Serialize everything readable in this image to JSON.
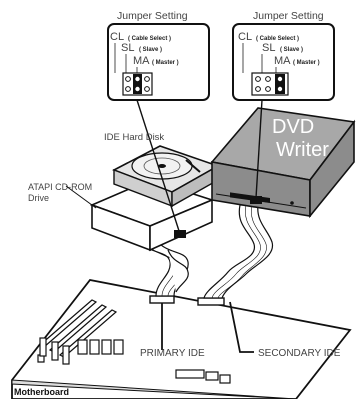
{
  "jumpers": [
    {
      "title": "Jumper Setting",
      "cl": {
        "abbr": "CL",
        "desc": "( Cable Select )"
      },
      "sl": {
        "abbr": "SL",
        "desc": "( Slave )"
      },
      "ma": {
        "abbr": "MA",
        "desc": "( Master )"
      },
      "selected": "SL"
    },
    {
      "title": "Jumper Setting",
      "cl": {
        "abbr": "CL",
        "desc": "( Cable Select )"
      },
      "sl": {
        "abbr": "SL",
        "desc": "( Slave )"
      },
      "ma": {
        "abbr": "MA",
        "desc": "( Master )"
      },
      "selected": "MA"
    }
  ],
  "labels": {
    "ide_hard_disk": "IDE Hard Disk",
    "atapi_line1": "ATAPI CD-ROM",
    "atapi_line2": "Drive",
    "dvd_line1": "DVD",
    "dvd_line2": "Writer",
    "primary_ide": "PRIMARY IDE",
    "secondary_ide": "SECONDARY IDE",
    "motherboard": "Motherboard"
  },
  "colors": {
    "line": "#111111",
    "drive_fill": "#ffffff",
    "dvd_fill": "#8c8c8c",
    "dvd_top": "#a8a8a8",
    "label": "#444444"
  }
}
